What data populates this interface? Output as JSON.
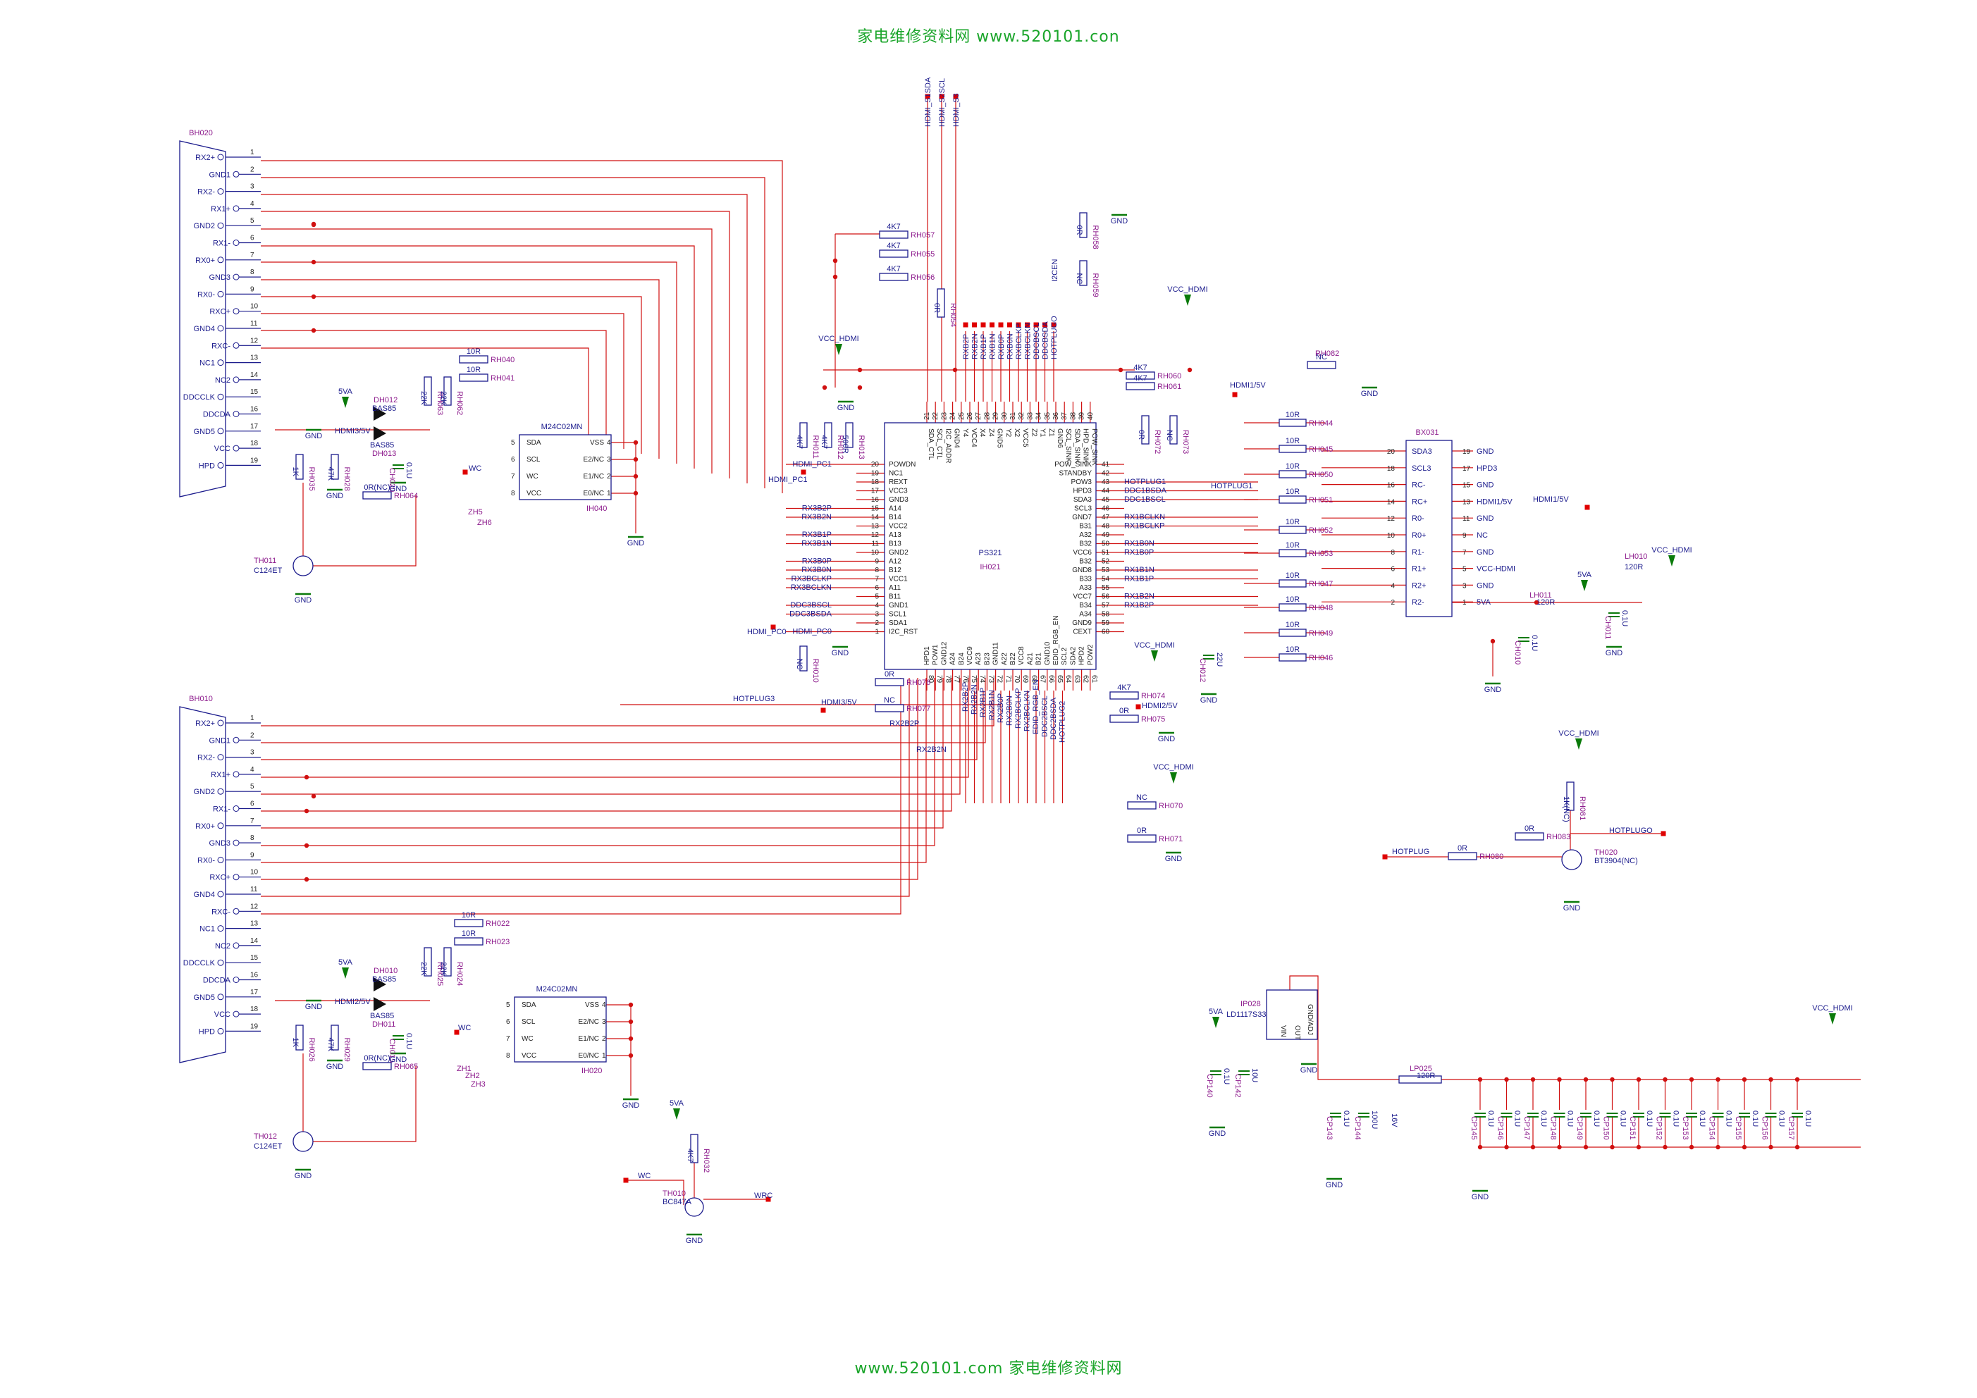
{
  "watermark": {
    "top": "家电维修资料网   www.520101.con",
    "bottom": "www.520101.com  家电维修资料网"
  },
  "connectors": [
    {
      "ref": "BH020",
      "pins": [
        "1",
        "2",
        "3",
        "4",
        "5",
        "6",
        "7",
        "8",
        "9",
        "10",
        "11",
        "12",
        "13",
        "14",
        "15",
        "16",
        "17",
        "18",
        "19"
      ],
      "signals": [
        "RX2+",
        "GND1",
        "RX2-",
        "RX1+",
        "GND2",
        "RX1-",
        "RX0+",
        "GND3",
        "RX0-",
        "RXC+",
        "GND4",
        "RXC-",
        "NC1",
        "NC2",
        "DDCCLK",
        "DDCDA",
        "GND5",
        "VCC",
        "HPD"
      ]
    },
    {
      "ref": "BH010",
      "pins": [
        "1",
        "2",
        "3",
        "4",
        "5",
        "6",
        "7",
        "8",
        "9",
        "10",
        "11",
        "12",
        "13",
        "14",
        "15",
        "16",
        "17",
        "18",
        "19"
      ],
      "signals": [
        "RX2+",
        "GND1",
        "RX2-",
        "RX1+",
        "GND2",
        "RX1-",
        "RX0+",
        "GND3",
        "RX0-",
        "RXC+",
        "GND4",
        "RXC-",
        "NC1",
        "NC2",
        "DDCCLK",
        "DDCDA",
        "GND5",
        "VCC",
        "HPD"
      ]
    }
  ],
  "eeproms": [
    {
      "ref": "IH040",
      "part": "M24C02MN",
      "left": [
        "SDA",
        "SCL",
        "WC",
        "VCC"
      ],
      "left_pins": [
        "5",
        "6",
        "7",
        "8"
      ],
      "right": [
        "VSS",
        "E2/NC",
        "E1/NC",
        "E0/NC"
      ],
      "right_pins": [
        "4",
        "3",
        "2",
        "1"
      ]
    },
    {
      "ref": "IH020",
      "part": "M24C02MN",
      "left": [
        "SDA",
        "SCL",
        "WC",
        "VCC"
      ],
      "left_pins": [
        "5",
        "6",
        "7",
        "8"
      ],
      "right": [
        "VSS",
        "E2/NC",
        "E1/NC",
        "E0/NC"
      ],
      "right_pins": [
        "4",
        "3",
        "2",
        "1"
      ]
    }
  ],
  "main_ic": {
    "ref": "IH021",
    "part": "PS321",
    "left_pins": [
      {
        "n": "20",
        "s": "POWDN"
      },
      {
        "n": "19",
        "s": "NC1"
      },
      {
        "n": "18",
        "s": "REXT"
      },
      {
        "n": "17",
        "s": "VCC3"
      },
      {
        "n": "16",
        "s": "GND3"
      },
      {
        "n": "15",
        "s": "A14"
      },
      {
        "n": "14",
        "s": "B14"
      },
      {
        "n": "13",
        "s": "VCC2"
      },
      {
        "n": "12",
        "s": "A13"
      },
      {
        "n": "11",
        "s": "B13"
      },
      {
        "n": "10",
        "s": "GND2"
      },
      {
        "n": "9",
        "s": "A12"
      },
      {
        "n": "8",
        "s": "B12"
      },
      {
        "n": "7",
        "s": "VCC1"
      },
      {
        "n": "6",
        "s": "A11"
      },
      {
        "n": "5",
        "s": "B11"
      },
      {
        "n": "4",
        "s": "GND1"
      },
      {
        "n": "3",
        "s": "SCL1"
      },
      {
        "n": "2",
        "s": "SDA1"
      },
      {
        "n": "1",
        "s": "I2C_RST"
      }
    ],
    "left_nets": [
      "HDMI_PC1",
      "",
      "",
      "",
      "",
      "RX3B2P",
      "RX3B2N",
      "",
      "RX3B1P",
      "RX3B1N",
      "",
      "RX3B0P",
      "RX3B0N",
      "RX3BCLKP",
      "RX3BCLKN",
      "",
      "DDC3BSCL",
      "DDC3BSDA",
      "",
      "HDMI_PC0"
    ],
    "right_pins": [
      {
        "n": "41",
        "s": "POW_SINK"
      },
      {
        "n": "42",
        "s": "STANDBY"
      },
      {
        "n": "43",
        "s": "POW3"
      },
      {
        "n": "44",
        "s": "HPD3"
      },
      {
        "n": "45",
        "s": "SDA3"
      },
      {
        "n": "46",
        "s": "SCL3"
      },
      {
        "n": "47",
        "s": "GND7"
      },
      {
        "n": "48",
        "s": "B31"
      },
      {
        "n": "49",
        "s": "A32"
      },
      {
        "n": "50",
        "s": "B32"
      },
      {
        "n": "51",
        "s": "VCC6"
      },
      {
        "n": "52",
        "s": "B32"
      },
      {
        "n": "53",
        "s": "GND8"
      },
      {
        "n": "54",
        "s": "B33"
      },
      {
        "n": "55",
        "s": "A33"
      },
      {
        "n": "56",
        "s": "VCC7"
      },
      {
        "n": "57",
        "s": "B34"
      },
      {
        "n": "58",
        "s": "A34"
      },
      {
        "n": "59",
        "s": "GND9"
      },
      {
        "n": "60",
        "s": "CEXT"
      }
    ],
    "right_nets": [
      "",
      "",
      "HOTPLUG1",
      "DDC1BSDA",
      "DDC1BSCL",
      "",
      "RX1BCLKN",
      "RX1BCLKP",
      "",
      "RX1B0N",
      "RX1B0P",
      "",
      "RX1B1N",
      "RX1B1P",
      "",
      "RX1B2N",
      "RX1B2P",
      "",
      "",
      ""
    ],
    "top_pins": [
      {
        "n": "21",
        "s": "SDA_CTL"
      },
      {
        "n": "22",
        "s": "SCL_CTL"
      },
      {
        "n": "23",
        "s": "I2C_ADDR"
      },
      {
        "n": "24",
        "s": "GND4"
      },
      {
        "n": "25",
        "s": "Y4"
      },
      {
        "n": "26",
        "s": "VCC4"
      },
      {
        "n": "27",
        "s": "X4"
      },
      {
        "n": "28",
        "s": "Z4"
      },
      {
        "n": "29",
        "s": "GND5"
      },
      {
        "n": "30",
        "s": "Y2"
      },
      {
        "n": "31",
        "s": "X2"
      },
      {
        "n": "32",
        "s": "VCC5"
      },
      {
        "n": "33",
        "s": "Z2"
      },
      {
        "n": "34",
        "s": "Y1"
      },
      {
        "n": "35",
        "s": "Z1"
      },
      {
        "n": "36",
        "s": "GND6"
      },
      {
        "n": "37",
        "s": "SCL_SINK"
      },
      {
        "n": "38",
        "s": "SDA_SINK"
      },
      {
        "n": "39",
        "s": "HPD_SINK"
      },
      {
        "n": "40",
        "s": "POW_SINK"
      }
    ],
    "top_nets": [
      "HDMI_S1SDA",
      "HDMI_S2SCL",
      "HDMI_S3",
      "RXB2P",
      "RXB2N",
      "RXB1P",
      "RXB1N",
      "RXB0P",
      "RXB0N",
      "RXBCLKP",
      "RXBCLKN",
      "DDCBSCL",
      "DDCBSDA",
      "HOTPLUGO"
    ],
    "bottom_pins": [
      {
        "n": "80",
        "s": "HPD1"
      },
      {
        "n": "79",
        "s": "POW1"
      },
      {
        "n": "78",
        "s": "GND12"
      },
      {
        "n": "77",
        "s": "A24"
      },
      {
        "n": "76",
        "s": "B24"
      },
      {
        "n": "75",
        "s": "VCC9"
      },
      {
        "n": "74",
        "s": "A23"
      },
      {
        "n": "73",
        "s": "B23"
      },
      {
        "n": "72",
        "s": "GND11"
      },
      {
        "n": "71",
        "s": "A22"
      },
      {
        "n": "70",
        "s": "B22"
      },
      {
        "n": "69",
        "s": "VCC8"
      },
      {
        "n": "68",
        "s": "A21"
      },
      {
        "n": "67",
        "s": "B21"
      },
      {
        "n": "66",
        "s": "GND10"
      },
      {
        "n": "65",
        "s": "EDID_RGB_EN"
      },
      {
        "n": "64",
        "s": "SCL2"
      },
      {
        "n": "63",
        "s": "SDA2"
      },
      {
        "n": "62",
        "s": "HPD2"
      },
      {
        "n": "61",
        "s": "POW2"
      }
    ],
    "bottom_nets": [
      "RX2B2P",
      "RX2B2N",
      "RX2B1P",
      "RX2B1N",
      "RX2B0P",
      "RX2B0N",
      "RX2BCLKP",
      "RX2BCLKN",
      "EDID_RGB_EN",
      "DDC2BSCL",
      "DDC2BSDA",
      "HOTPLUG2"
    ]
  },
  "output_connector": {
    "ref": "BX031",
    "left_pins": [
      "20",
      "18",
      "16",
      "14",
      "12",
      "10",
      "8",
      "6",
      "4",
      "2"
    ],
    "left_labels": [
      "SDA3",
      "SCL3",
      "RC-",
      "RC+",
      "R0-",
      "R0+",
      "R1-",
      "R1+",
      "R2+",
      "R2-"
    ],
    "right_pins": [
      "19",
      "17",
      "15",
      "13",
      "11",
      "9",
      "7",
      "5",
      "3",
      "1"
    ],
    "right_labels": [
      "GND",
      "HPD3",
      "GND",
      "HDMI1/5V",
      "GND",
      "NC",
      "GND",
      "VCC-HDMI",
      "GND",
      "5VA"
    ]
  },
  "transistors": [
    {
      "ref": "TH011",
      "part": "C124ET"
    },
    {
      "ref": "TH012",
      "part": "C124ET"
    },
    {
      "ref": "TH010",
      "part": "BC847A"
    },
    {
      "ref": "TH020",
      "part": "BT3904(NC)"
    }
  ],
  "regulator": {
    "ref": "IP028",
    "part": "LD1117S33",
    "pin_vin": "VIN",
    "pin_out": "OUT",
    "pin_gnd": "GND/ADJ"
  },
  "labels": {
    "gnd": "GND",
    "vcc_hdmi": "VCC_HDMI",
    "vcc_hdmi2": "VCC-HDMI",
    "va5": "5VA",
    "hdmi3_5v": "HDMI3/5V",
    "hdmi2_5v": "HDMI2/5V",
    "hdmi1_5v": "HDMI1/5V",
    "wc": "WC",
    "wrc": "WRC",
    "hotplug": "HOTPLUG",
    "hotplugo": "HOTPLUGO",
    "hotplug3": "HOTPLUG3",
    "hdmi_pc1": "HDMI_PC1",
    "hdmi_pc0": "HDMI_PC0",
    "i2cen": "I2CEN",
    "hdmi_s1sda": "HDMI_S1SDA",
    "hdmi_s2scl": "HDMI_S2SCL",
    "hdmi_s3": "HDMI_S3",
    "hotplug1": "HOTPLUG1",
    "rx2b2n": "RX2B2N",
    "rx2b2p": "RX2B2P"
  },
  "parts": {
    "rh040": "RH040",
    "rh041": "RH041",
    "r10": "10R",
    "rh063": "RH063",
    "rh062": "RH062",
    "k22": "22K",
    "dh012": "DH012",
    "dh013": "DH013",
    "bas85": "BAS85",
    "rh035": "RH035",
    "k1": "1K",
    "rh028": "RH028",
    "k47": "47K",
    "ch020": "CH020",
    "u01": "0.1U",
    "rh064": "RH064",
    "r0nc": "0R(NC)",
    "zh5": "ZH5",
    "zh6": "ZH6",
    "rh057": "RH057",
    "rh055": "RH055",
    "rh056": "RH056",
    "k47b": "4K7",
    "rh054": "RH054",
    "r0": "0R",
    "rh011": "RH011",
    "rh012": "RH012",
    "rh013": "RH013",
    "r500": "500R",
    "nc": "NC",
    "rh010": "RH010",
    "rh058": "RH058",
    "rh059": "RH059",
    "rh060": "RH060",
    "rh061": "RH061",
    "rh072": "RH072",
    "rh073": "RH073",
    "rh082": "RH082",
    "rh044": "RH044",
    "rh045": "RH045",
    "rh050": "RH050",
    "rh051": "RH051",
    "rh052": "RH052",
    "rh053": "RH053",
    "rh047": "RH047",
    "rh048": "RH048",
    "rh049": "RH049",
    "rh046": "RH046",
    "ch012": "CH012",
    "u22": "22U",
    "rh076": "RH076",
    "rh077": "RH077",
    "rh074": "RH074",
    "rh075": "RH075",
    "rh070": "RH070",
    "rh071": "RH071",
    "lh010": "LH010",
    "lh011": "LH011",
    "r120": "120R",
    "ch010": "CH010",
    "ch011": "CH011",
    "rh081": "RH081",
    "k1nc": "1K(NC)",
    "rh083": "RH083",
    "rh080": "RH080",
    "rh022": "RH022",
    "rh023": "RH023",
    "rh025": "RH025",
    "rh024": "RH024",
    "dh010": "DH010",
    "dh011": "DH011",
    "rh026": "RH026",
    "rh029": "RH029",
    "ch015": "CH015",
    "zh1": "ZH1",
    "zh2": "ZH2",
    "zh3": "ZH3",
    "rh065": "RH065",
    "rh032": "RH032",
    "cp140": "CP140",
    "cp142": "CP142",
    "u10": "10U",
    "cp143": "CP143",
    "cp144": "CP144",
    "u100": "100U",
    "v16": "16V",
    "lp025": "LP025",
    "cp_list": [
      "CP145",
      "CP146",
      "CP147",
      "CP148",
      "CP149",
      "CP150",
      "CP151",
      "CP152",
      "CP153",
      "CP154",
      "CP155",
      "CP156",
      "CP157"
    ]
  }
}
